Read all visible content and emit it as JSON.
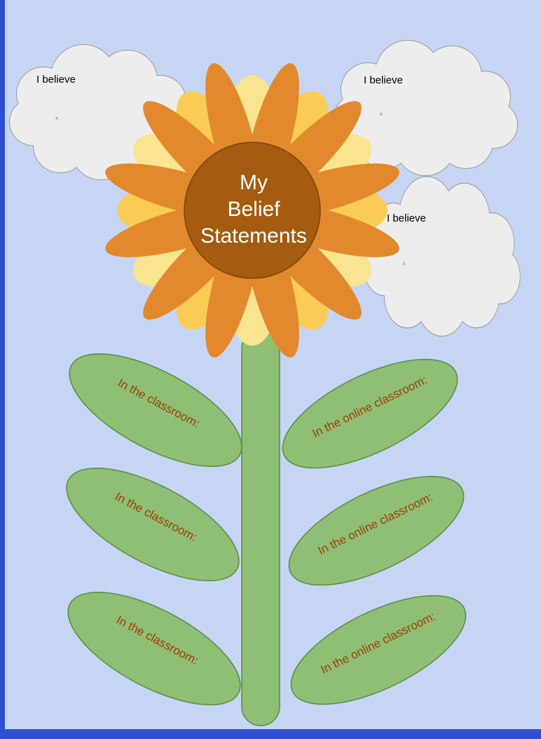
{
  "slide": {
    "title": {
      "text": "My\nBelief\nStatements"
    },
    "clouds": [
      {
        "label": "I believe"
      },
      {
        "label": "I believe"
      },
      {
        "label": "I believe"
      }
    ],
    "leaves_left": [
      {
        "label": "In the classroom:"
      },
      {
        "label": "In the classroom:"
      },
      {
        "label": "In the classroom:"
      }
    ],
    "leaves_right": [
      {
        "label": "In the online classroom:"
      },
      {
        "label": "In the online classroom:"
      },
      {
        "label": "In the online classroom:"
      }
    ],
    "colors": {
      "canvas": "#2E4FD4",
      "slide_bg": "#C7D5F4",
      "cloud_fill": "#EDEDED",
      "cloud_stroke": "#9A9A9A",
      "cloud_text": "#000000",
      "petal_orange": "#E2892E",
      "petal_yellow_pale": "#F9E48F",
      "petal_yellow_gold": "#FBCC55",
      "flower_center": "#A35C10",
      "stem_leaf_green": "#8FBF75",
      "leaf_stroke": "#5B8F4A",
      "leaf_text": "#9C3D00",
      "title_text": "#FFFFFF"
    }
  }
}
